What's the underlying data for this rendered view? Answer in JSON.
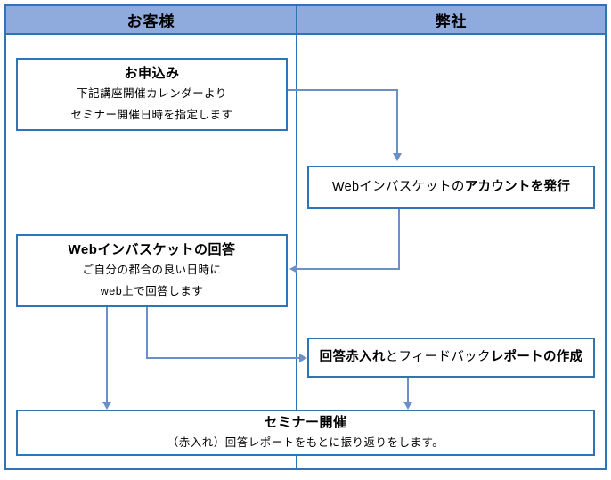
{
  "diagram": {
    "title": "Seminar flow swimlane diagram",
    "colors": {
      "lane_header_fill": "#8FAADC",
      "box_border": "#2E75B6",
      "connector": "#6B8FC7",
      "text": "#000000",
      "background": "#FFFFFF"
    }
  },
  "lanes": [
    {
      "id": "customer",
      "label": "お客様"
    },
    {
      "id": "company",
      "label": "弊社"
    }
  ],
  "boxes": [
    {
      "id": "application",
      "lane": "customer",
      "title": "お申込み",
      "sub_line1": "下記講座開催カレンダーより",
      "sub_line2": "セミナー開催日時を指定します"
    },
    {
      "id": "account",
      "lane": "company",
      "text_part1": "Webインバスケットの",
      "text_part2": "アカウントを発行"
    },
    {
      "id": "answer",
      "lane": "customer",
      "title": "Webインバスケットの回答",
      "sub_line1": "ご自分の都合の良い日時に",
      "sub_line2": "web上で回答します"
    },
    {
      "id": "feedback",
      "lane": "company",
      "text_part1": "回答赤入れ",
      "text_part2": "とフィードバック",
      "text_part3": "レポートの作成"
    },
    {
      "id": "seminar",
      "lane": "both",
      "title": "セミナー開催",
      "sub_line1": "（赤入れ）回答レポートをもとに振り返りをします。"
    }
  ],
  "connectors": [
    {
      "id": "application-to-account",
      "from": "application",
      "to": "account",
      "direction": "down"
    },
    {
      "id": "account-to-answer",
      "from": "account",
      "to": "answer",
      "direction": "left"
    },
    {
      "id": "answer-to-feedback",
      "from": "answer",
      "to": "feedback",
      "direction": "right"
    },
    {
      "id": "answer-to-seminar",
      "from": "answer",
      "to": "seminar",
      "direction": "down"
    },
    {
      "id": "feedback-to-seminar",
      "from": "feedback",
      "to": "seminar",
      "direction": "down"
    }
  ]
}
